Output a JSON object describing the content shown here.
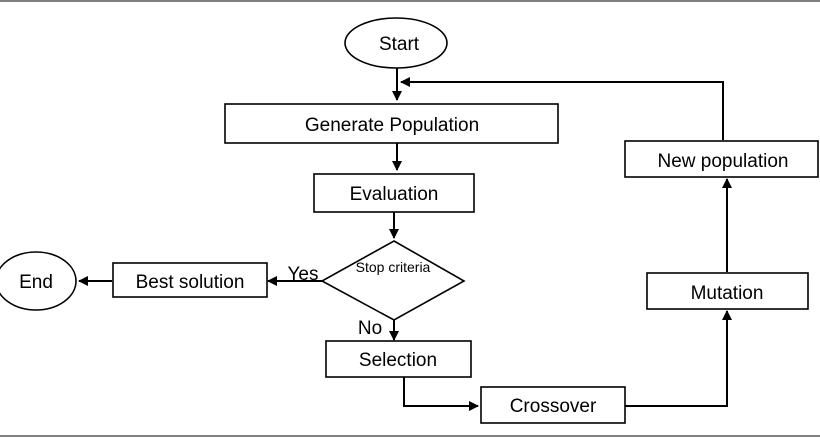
{
  "nodes": {
    "start": "Start",
    "generate_population": "Generate Population",
    "evaluation": "Evaluation",
    "stop_criteria": "Stop criteria",
    "best_solution": "Best solution",
    "end": "End",
    "selection": "Selection",
    "crossover": "Crossover",
    "mutation": "Mutation",
    "new_population": "New population"
  },
  "edge_labels": {
    "yes": "Yes",
    "no": "No"
  },
  "colors": {
    "stroke": "#000000",
    "fill": "#ffffff"
  }
}
